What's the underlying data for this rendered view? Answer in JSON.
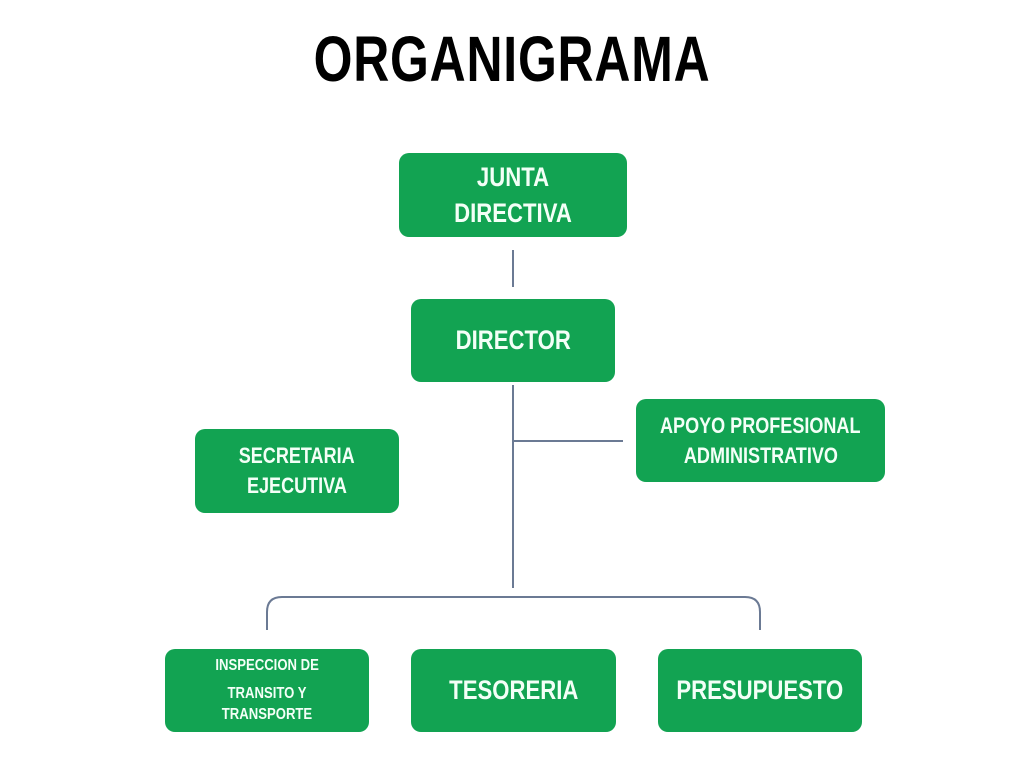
{
  "title": "ORGANIGRAMA",
  "colors": {
    "box": "#12a352",
    "box_text": "#f3fff7",
    "connector": "#6b7a94",
    "title": "#000000"
  },
  "nodes": {
    "junta": "JUNTA DIRECTIVA",
    "director": "DIRECTOR",
    "apoyo_line1": "APOYO PROFESIONAL",
    "apoyo_line2": "ADMINISTRATIVO",
    "secretaria_line1": "SECRETARIA",
    "secretaria_line2": "EJECUTIVA",
    "inspeccion_line1": "INSPECCION DE",
    "inspeccion_line2": "TRANSITO Y TRANSPORTE",
    "tesoreria": "TESORERIA",
    "presupuesto": "PRESUPUESTO"
  }
}
